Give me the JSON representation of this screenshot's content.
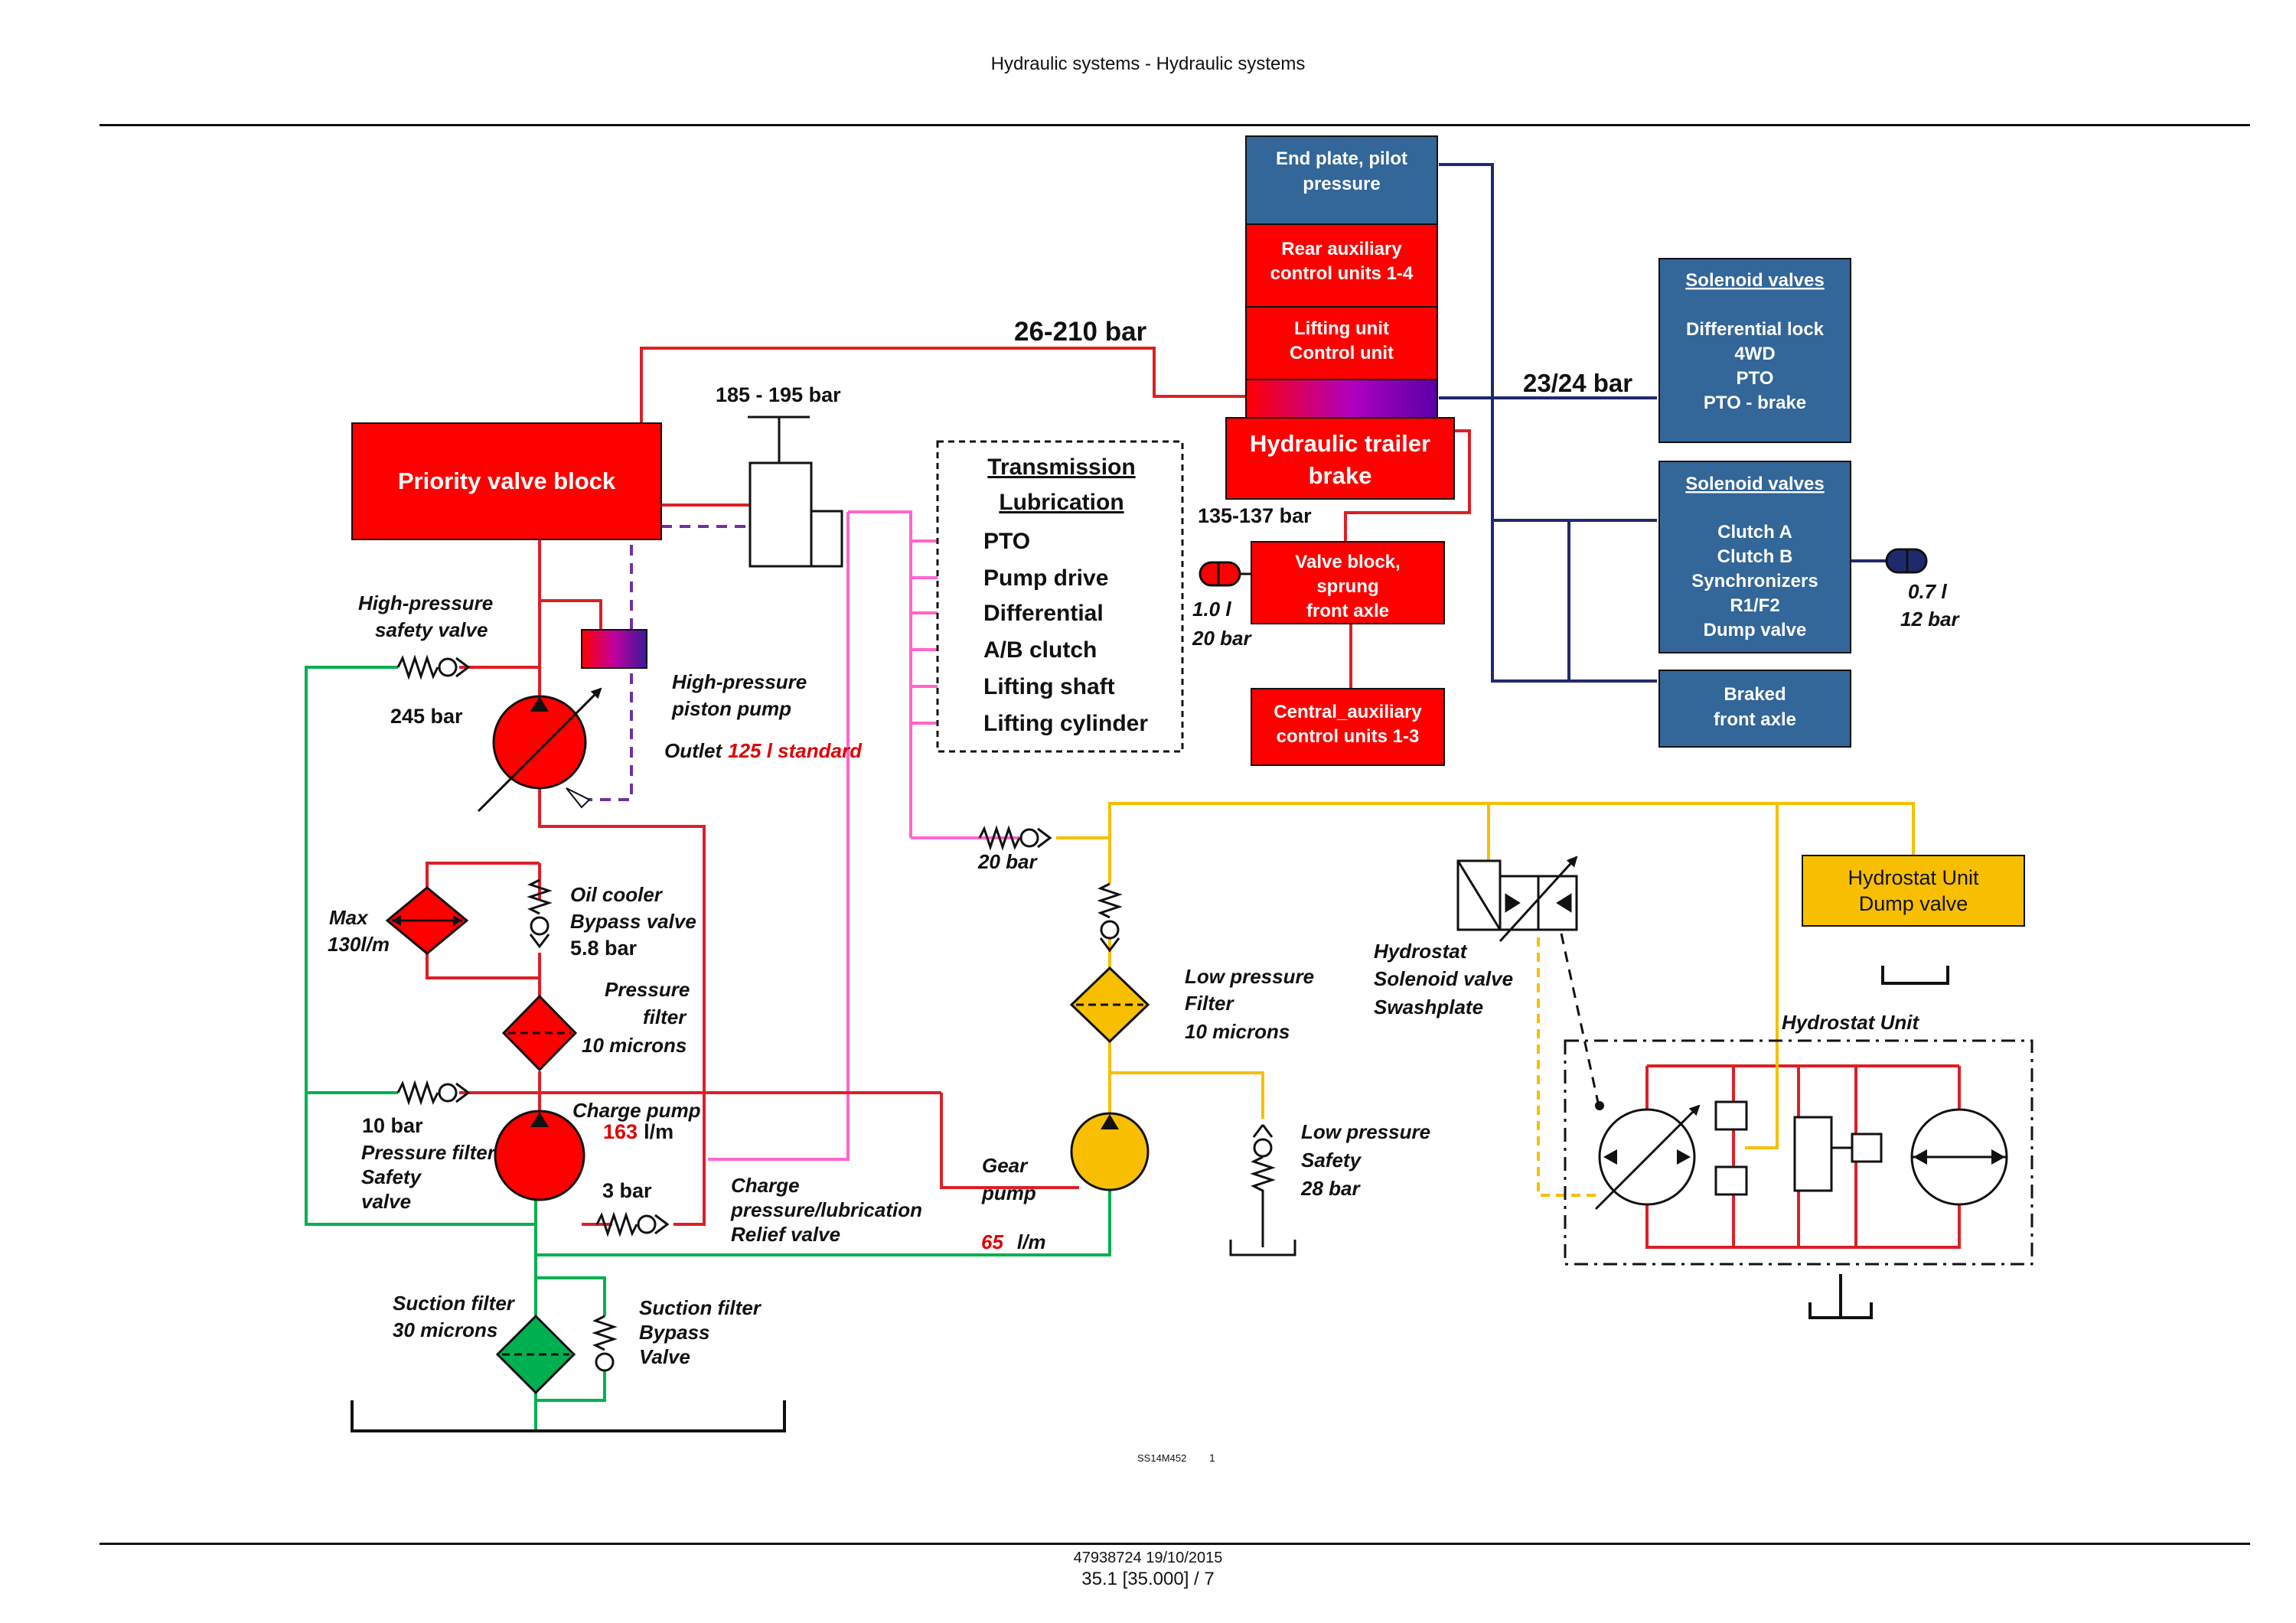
{
  "header": {
    "title": "Hydraulic systems - Hydraulic systems"
  },
  "footer": {
    "doc_ref": "47938724 19/10/2015",
    "page": "35.1 [35.000] / 7"
  },
  "figure": {
    "code": "SS14M452",
    "number": "1"
  },
  "colors": {
    "red": "#ff0000",
    "navy": "#336699",
    "yellow": "#f7bf00",
    "green": "#00b050",
    "pink": "#ff66cc",
    "purple": "#7030a0",
    "line_red": "#dd1f26",
    "line_navy": "#1f2a6e"
  },
  "labels": {
    "priority_valve_block": "Priority valve block",
    "p_26_210": "26-210 bar",
    "p_185_195": "185 - 195 bar",
    "p_23_24": "23/24 bar",
    "p_135_137": "135-137 bar",
    "hp_safety_valve_1": "High-pressure",
    "hp_safety_valve_2": "safety valve",
    "p_245": "245 bar",
    "hp_pump_1": "High-pressure",
    "hp_pump_2": "piston pump",
    "outlet_prefix": "Outlet",
    "outlet_value": "125 l standard",
    "max_1": "Max",
    "max_2": "130l/m",
    "oil_cooler_1": "Oil cooler",
    "oil_cooler_2": "Bypass valve",
    "oil_cooler_3": "5.8 bar",
    "pressure_filter_1": "Pressure",
    "pressure_filter_2": "filter",
    "pressure_filter_3": "10 microns",
    "p_10": "10 bar",
    "pf_safety_1": "Pressure filter",
    "pf_safety_2": "Safety",
    "pf_safety_3": "valve",
    "charge_pump": "Charge pump",
    "charge_flow_value": "163",
    "charge_flow_unit": "l/m",
    "p_3": "3 bar",
    "charge_relief_1": "Charge",
    "charge_relief_2": "pressure/lubrication",
    "charge_relief_3": "Relief valve",
    "suction_filter_1": "Suction filter",
    "suction_filter_2": "30 microns",
    "suction_bypass_1": "Suction filter",
    "suction_bypass_2": "Bypass",
    "suction_bypass_3": "Valve",
    "p_20": "20 bar",
    "lp_filter_1": "Low pressure",
    "lp_filter_2": "Filter",
    "lp_filter_3": "10 microns",
    "gear_pump_1": "Gear",
    "gear_pump_2": "pump",
    "gear_flow_value": "65",
    "gear_flow_unit": "l/m",
    "lp_safety_1": "Low pressure",
    "lp_safety_2": "Safety",
    "lp_safety_3": "28 bar",
    "hs_solenoid_1": "Hydrostat",
    "hs_solenoid_2": "Solenoid valve",
    "hs_solenoid_3": "Swashplate",
    "hydrostat_unit": "Hydrostat Unit",
    "hs_dump_1": "Hydrostat Unit",
    "hs_dump_2": "Dump valve",
    "accum_left_1": "1.0 l",
    "accum_left_2": "20 bar",
    "accum_right_1": "0.7 l",
    "accum_right_2": "12 bar"
  },
  "transmission": {
    "title_1": "Transmission",
    "title_2": "Lubrication",
    "items": [
      "PTO",
      "Pump drive",
      "Differential",
      "A/B clutch",
      "Lifting shaft",
      "Lifting cylinder"
    ]
  },
  "stack": {
    "end_plate_1": "End plate, pilot",
    "end_plate_2": "pressure",
    "rear_aux_1": "Rear auxiliary",
    "rear_aux_2": "control units 1-4",
    "lifting_1": "Lifting unit",
    "lifting_2": "Control unit",
    "trailer_1": "Hydraulic trailer",
    "trailer_2": "brake",
    "valve_block_1": "Valve block,",
    "valve_block_2": "sprung",
    "valve_block_3": "front axle",
    "central_1": "Central_auxiliary",
    "central_2": "control units 1-3"
  },
  "solenoid_1": {
    "title": "Solenoid valves",
    "items": [
      "Differential lock",
      "4WD",
      "PTO",
      "PTO - brake"
    ]
  },
  "solenoid_2": {
    "title": "Solenoid valves",
    "items": [
      "Clutch A",
      "Clutch B",
      "Synchronizers",
      "R1/F2",
      "Dump valve"
    ]
  },
  "braked_axle": {
    "line_1": "Braked",
    "line_2": "front axle"
  }
}
